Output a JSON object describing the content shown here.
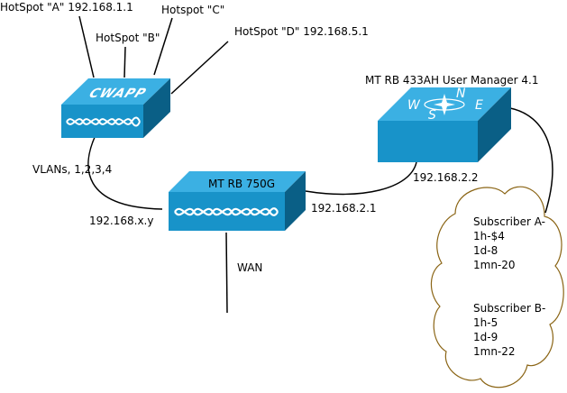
{
  "diagram": {
    "hotspots": {
      "a": "HotSpot \"A\" 192.168.1.1",
      "b": "HotSpot \"B\"",
      "c": "Hotspot \"C\"",
      "d": "HotSpot \"D\"  192.168.5.1"
    },
    "capwap_logo": "CWAPP",
    "vlans": "VLANs, 1,2,3,4",
    "lan_ip": "192.168.x.y",
    "router": {
      "name": "MT RB 750G",
      "wan_ip": "192.168.2.1",
      "wan_label": "WAN"
    },
    "user_manager": {
      "name": "MT RB 433AH User Manager 4.1",
      "ip": "192.168.2.2",
      "compass": {
        "n": "N",
        "w": "W",
        "e": "E",
        "s": "S"
      }
    },
    "subscribers": [
      {
        "name": "Subscriber A-",
        "lines": [
          "1h-$4",
          "1d-8",
          "1mn-20"
        ]
      },
      {
        "name": "Subscriber B-",
        "lines": [
          "1h-5",
          "1d-9",
          "1mn-22"
        ]
      }
    ],
    "colors": {
      "device_front": "#1893c9",
      "device_top": "#3bb0e3",
      "device_side": "#0a5f86",
      "cloud_stroke": "#8a6414"
    }
  }
}
